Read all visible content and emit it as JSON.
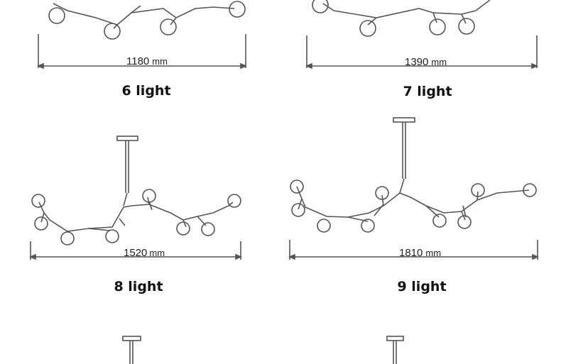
{
  "variants": [
    {
      "label": "6 light",
      "length_number": "1180",
      "unit": "mm"
    },
    {
      "label": "7 light",
      "length_number": "1390",
      "unit": "mm"
    },
    {
      "label": "8 light",
      "length_number": "1520",
      "unit": "mm"
    },
    {
      "label": "9 light",
      "length_number": "1810",
      "unit": "mm"
    }
  ],
  "colors": {
    "line": "#555555",
    "text": "#111111"
  }
}
